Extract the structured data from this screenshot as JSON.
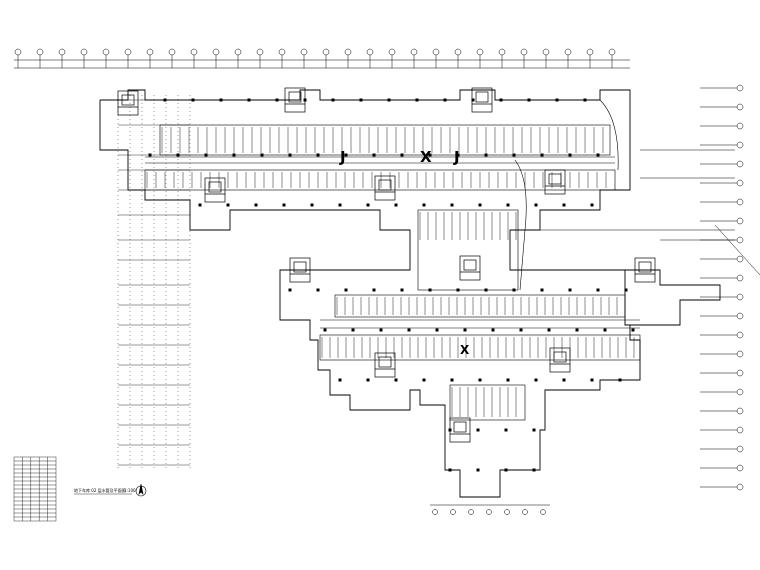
{
  "drawing": {
    "title": "地下车库 02 层水管及平面图",
    "scale": "1:100",
    "zone_markers": [
      "J",
      "X",
      "J",
      "X"
    ]
  },
  "legend_table": {
    "rows": 16,
    "cols": 5
  },
  "colors": {
    "line": "#000000",
    "background": "#ffffff",
    "accent": "#808080"
  }
}
